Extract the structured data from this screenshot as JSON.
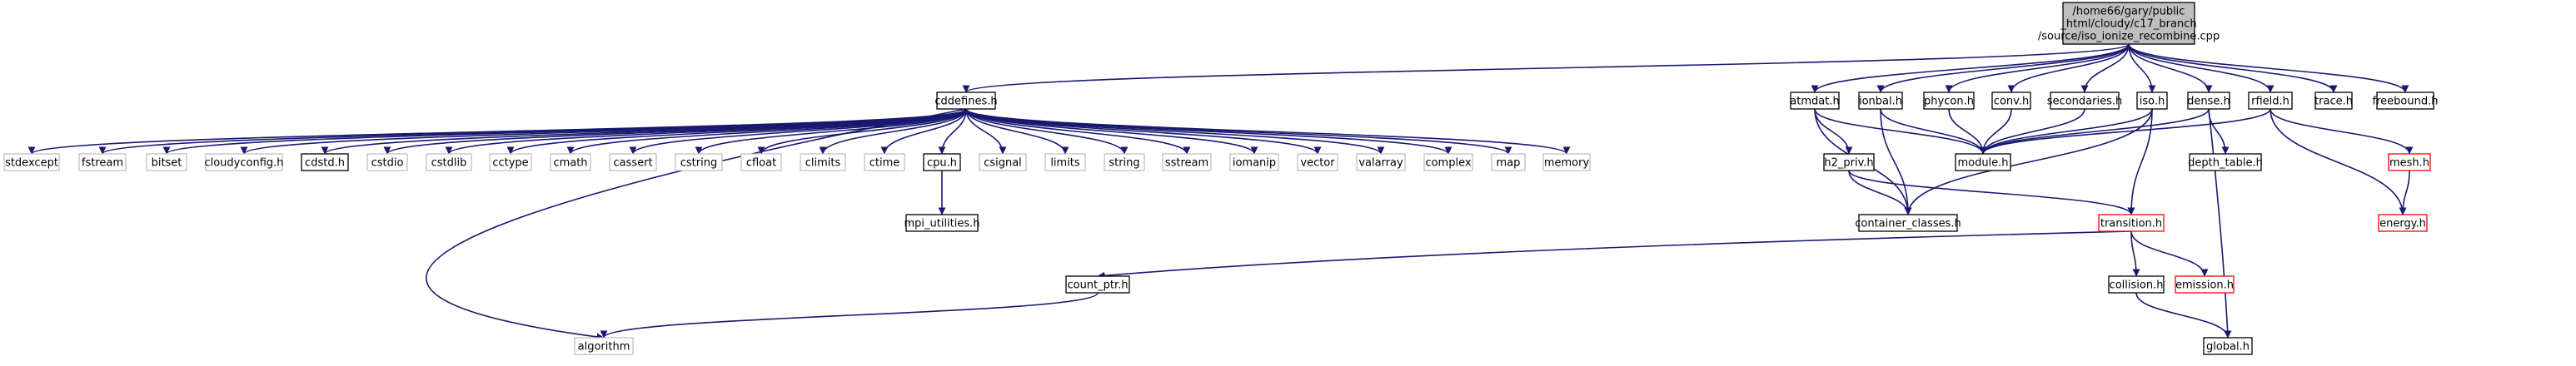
{
  "colors": {
    "edge": "#191970",
    "root_fill": "#bfbfbf",
    "node_fill": "#ffffff",
    "border_default": "#000000",
    "border_external": "#bfbfbf",
    "border_incomplete": "#ff0000"
  },
  "nodes": [
    {
      "id": "root",
      "lines": [
        "/home66/gary/public",
        "_html/cloudy/c17_branch",
        "/source/iso_ionize_recombine.cpp"
      ],
      "style": "root"
    },
    {
      "id": "cddefines",
      "lines": [
        "cddefines.h"
      ],
      "style": "default"
    },
    {
      "id": "atmdat",
      "lines": [
        "atmdat.h"
      ],
      "style": "default"
    },
    {
      "id": "ionbal",
      "lines": [
        "ionbal.h"
      ],
      "style": "default"
    },
    {
      "id": "phycon",
      "lines": [
        "phycon.h"
      ],
      "style": "default"
    },
    {
      "id": "conv",
      "lines": [
        "conv.h"
      ],
      "style": "default"
    },
    {
      "id": "secondaries",
      "lines": [
        "secondaries.h"
      ],
      "style": "default"
    },
    {
      "id": "iso",
      "lines": [
        "iso.h"
      ],
      "style": "default"
    },
    {
      "id": "dense",
      "lines": [
        "dense.h"
      ],
      "style": "default"
    },
    {
      "id": "rfield",
      "lines": [
        "rfield.h"
      ],
      "style": "default"
    },
    {
      "id": "trace",
      "lines": [
        "trace.h"
      ],
      "style": "default"
    },
    {
      "id": "freebound",
      "lines": [
        "freebound.h"
      ],
      "style": "default"
    },
    {
      "id": "stdexcept",
      "lines": [
        "stdexcept"
      ],
      "style": "external"
    },
    {
      "id": "fstream",
      "lines": [
        "fstream"
      ],
      "style": "external"
    },
    {
      "id": "bitset",
      "lines": [
        "bitset"
      ],
      "style": "external"
    },
    {
      "id": "cloudyconfig",
      "lines": [
        "cloudyconfig.h"
      ],
      "style": "external"
    },
    {
      "id": "cdstd",
      "lines": [
        "cdstd.h"
      ],
      "style": "default"
    },
    {
      "id": "cstdio",
      "lines": [
        "cstdio"
      ],
      "style": "external"
    },
    {
      "id": "cstdlib",
      "lines": [
        "cstdlib"
      ],
      "style": "external"
    },
    {
      "id": "cctype",
      "lines": [
        "cctype"
      ],
      "style": "external"
    },
    {
      "id": "cmath",
      "lines": [
        "cmath"
      ],
      "style": "external"
    },
    {
      "id": "cassert",
      "lines": [
        "cassert"
      ],
      "style": "external"
    },
    {
      "id": "cstring",
      "lines": [
        "cstring"
      ],
      "style": "external"
    },
    {
      "id": "cfloat",
      "lines": [
        "cfloat"
      ],
      "style": "external"
    },
    {
      "id": "climits",
      "lines": [
        "climits"
      ],
      "style": "external"
    },
    {
      "id": "ctime",
      "lines": [
        "ctime"
      ],
      "style": "external"
    },
    {
      "id": "cpu",
      "lines": [
        "cpu.h"
      ],
      "style": "default"
    },
    {
      "id": "csignal",
      "lines": [
        "csignal"
      ],
      "style": "external"
    },
    {
      "id": "limits",
      "lines": [
        "limits"
      ],
      "style": "external"
    },
    {
      "id": "string",
      "lines": [
        "string"
      ],
      "style": "external"
    },
    {
      "id": "sstream",
      "lines": [
        "sstream"
      ],
      "style": "external"
    },
    {
      "id": "iomanip",
      "lines": [
        "iomanip"
      ],
      "style": "external"
    },
    {
      "id": "vector",
      "lines": [
        "vector"
      ],
      "style": "external"
    },
    {
      "id": "valarray",
      "lines": [
        "valarray"
      ],
      "style": "external"
    },
    {
      "id": "complex",
      "lines": [
        "complex"
      ],
      "style": "external"
    },
    {
      "id": "map",
      "lines": [
        "map"
      ],
      "style": "external"
    },
    {
      "id": "memory",
      "lines": [
        "memory"
      ],
      "style": "external"
    },
    {
      "id": "module",
      "lines": [
        "module.h"
      ],
      "style": "default"
    },
    {
      "id": "h2_priv",
      "lines": [
        "h2_priv.h"
      ],
      "style": "default"
    },
    {
      "id": "depth_table",
      "lines": [
        "depth_table.h"
      ],
      "style": "default"
    },
    {
      "id": "mesh",
      "lines": [
        "mesh.h"
      ],
      "style": "incomplete"
    },
    {
      "id": "mpi_utilities",
      "lines": [
        "mpi_utilities.h"
      ],
      "style": "default"
    },
    {
      "id": "container_classes",
      "lines": [
        "container_classes.h"
      ],
      "style": "default"
    },
    {
      "id": "transition",
      "lines": [
        "transition.h"
      ],
      "style": "incomplete"
    },
    {
      "id": "energy",
      "lines": [
        "energy.h"
      ],
      "style": "incomplete"
    },
    {
      "id": "count_ptr",
      "lines": [
        "count_ptr.h"
      ],
      "style": "default"
    },
    {
      "id": "collision",
      "lines": [
        "collision.h"
      ],
      "style": "default"
    },
    {
      "id": "emission",
      "lines": [
        "emission.h"
      ],
      "style": "incomplete"
    },
    {
      "id": "algorithm",
      "lines": [
        "algorithm"
      ],
      "style": "external"
    },
    {
      "id": "global",
      "lines": [
        "global.h"
      ],
      "style": "default"
    }
  ],
  "edges": [
    [
      "root",
      "cddefines"
    ],
    [
      "root",
      "atmdat"
    ],
    [
      "root",
      "ionbal"
    ],
    [
      "root",
      "phycon"
    ],
    [
      "root",
      "conv"
    ],
    [
      "root",
      "secondaries"
    ],
    [
      "root",
      "iso"
    ],
    [
      "root",
      "dense"
    ],
    [
      "root",
      "rfield"
    ],
    [
      "root",
      "trace"
    ],
    [
      "root",
      "freebound"
    ],
    [
      "cddefines",
      "stdexcept"
    ],
    [
      "cddefines",
      "fstream"
    ],
    [
      "cddefines",
      "bitset"
    ],
    [
      "cddefines",
      "cloudyconfig"
    ],
    [
      "cddefines",
      "cdstd"
    ],
    [
      "cddefines",
      "cstdio"
    ],
    [
      "cddefines",
      "cstdlib"
    ],
    [
      "cddefines",
      "cctype"
    ],
    [
      "cddefines",
      "cmath"
    ],
    [
      "cddefines",
      "cassert"
    ],
    [
      "cddefines",
      "cstring"
    ],
    [
      "cddefines",
      "cfloat"
    ],
    [
      "cddefines",
      "climits"
    ],
    [
      "cddefines",
      "ctime"
    ],
    [
      "cddefines",
      "cpu"
    ],
    [
      "cddefines",
      "csignal"
    ],
    [
      "cddefines",
      "limits"
    ],
    [
      "cddefines",
      "string"
    ],
    [
      "cddefines",
      "sstream"
    ],
    [
      "cddefines",
      "iomanip"
    ],
    [
      "cddefines",
      "vector"
    ],
    [
      "cddefines",
      "valarray"
    ],
    [
      "cddefines",
      "complex"
    ],
    [
      "cddefines",
      "map"
    ],
    [
      "cddefines",
      "memory"
    ],
    [
      "cddefines",
      "algorithm"
    ],
    [
      "cpu",
      "mpi_utilities"
    ],
    [
      "atmdat",
      "module"
    ],
    [
      "atmdat",
      "h2_priv"
    ],
    [
      "atmdat",
      "container_classes"
    ],
    [
      "ionbal",
      "module"
    ],
    [
      "ionbal",
      "container_classes"
    ],
    [
      "phycon",
      "module"
    ],
    [
      "conv",
      "module"
    ],
    [
      "secondaries",
      "module"
    ],
    [
      "iso",
      "module"
    ],
    [
      "iso",
      "container_classes"
    ],
    [
      "iso",
      "transition"
    ],
    [
      "dense",
      "module"
    ],
    [
      "dense",
      "depth_table"
    ],
    [
      "dense",
      "global"
    ],
    [
      "rfield",
      "module"
    ],
    [
      "rfield",
      "mesh"
    ],
    [
      "rfield",
      "energy"
    ],
    [
      "mesh",
      "energy"
    ],
    [
      "h2_priv",
      "container_classes"
    ],
    [
      "h2_priv",
      "transition"
    ],
    [
      "transition",
      "count_ptr"
    ],
    [
      "transition",
      "collision"
    ],
    [
      "transition",
      "emission"
    ],
    [
      "count_ptr",
      "algorithm"
    ],
    [
      "collision",
      "global"
    ]
  ]
}
